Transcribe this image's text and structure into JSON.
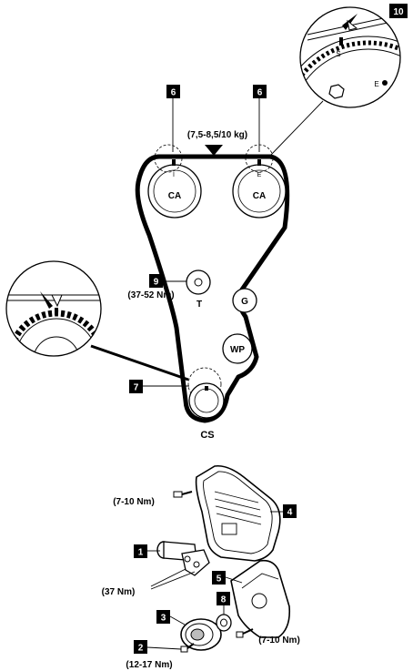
{
  "labels": {
    "tension": "(7,5-8,5/10 kg)",
    "tensioner_torque": "(37-52 Nm)",
    "cover_bolt_torque_top": "(7-10 Nm)",
    "tensioner_bolt_torque": "(37 Nm)",
    "pulley_bolt_torque": "(12-17 Nm)",
    "cover_bolt_torque_bottom": "(7-10 Nm)"
  },
  "pulleys": {
    "camshaft_left": "CA",
    "camshaft_right": "CA",
    "tensioner": "T",
    "idler": "G",
    "water_pump": "WP",
    "crankshaft": "CS"
  },
  "marks": {
    "cam_left_mark": "I",
    "cam_right_mark": "E",
    "zoom_s": "S",
    "zoom_e": "E"
  },
  "callouts": {
    "c1": "1",
    "c2": "2",
    "c3": "3",
    "c4": "4",
    "c5": "5",
    "c6a": "6",
    "c6b": "6",
    "c7": "7",
    "c8": "8",
    "c9": "9",
    "c10": "10"
  }
}
